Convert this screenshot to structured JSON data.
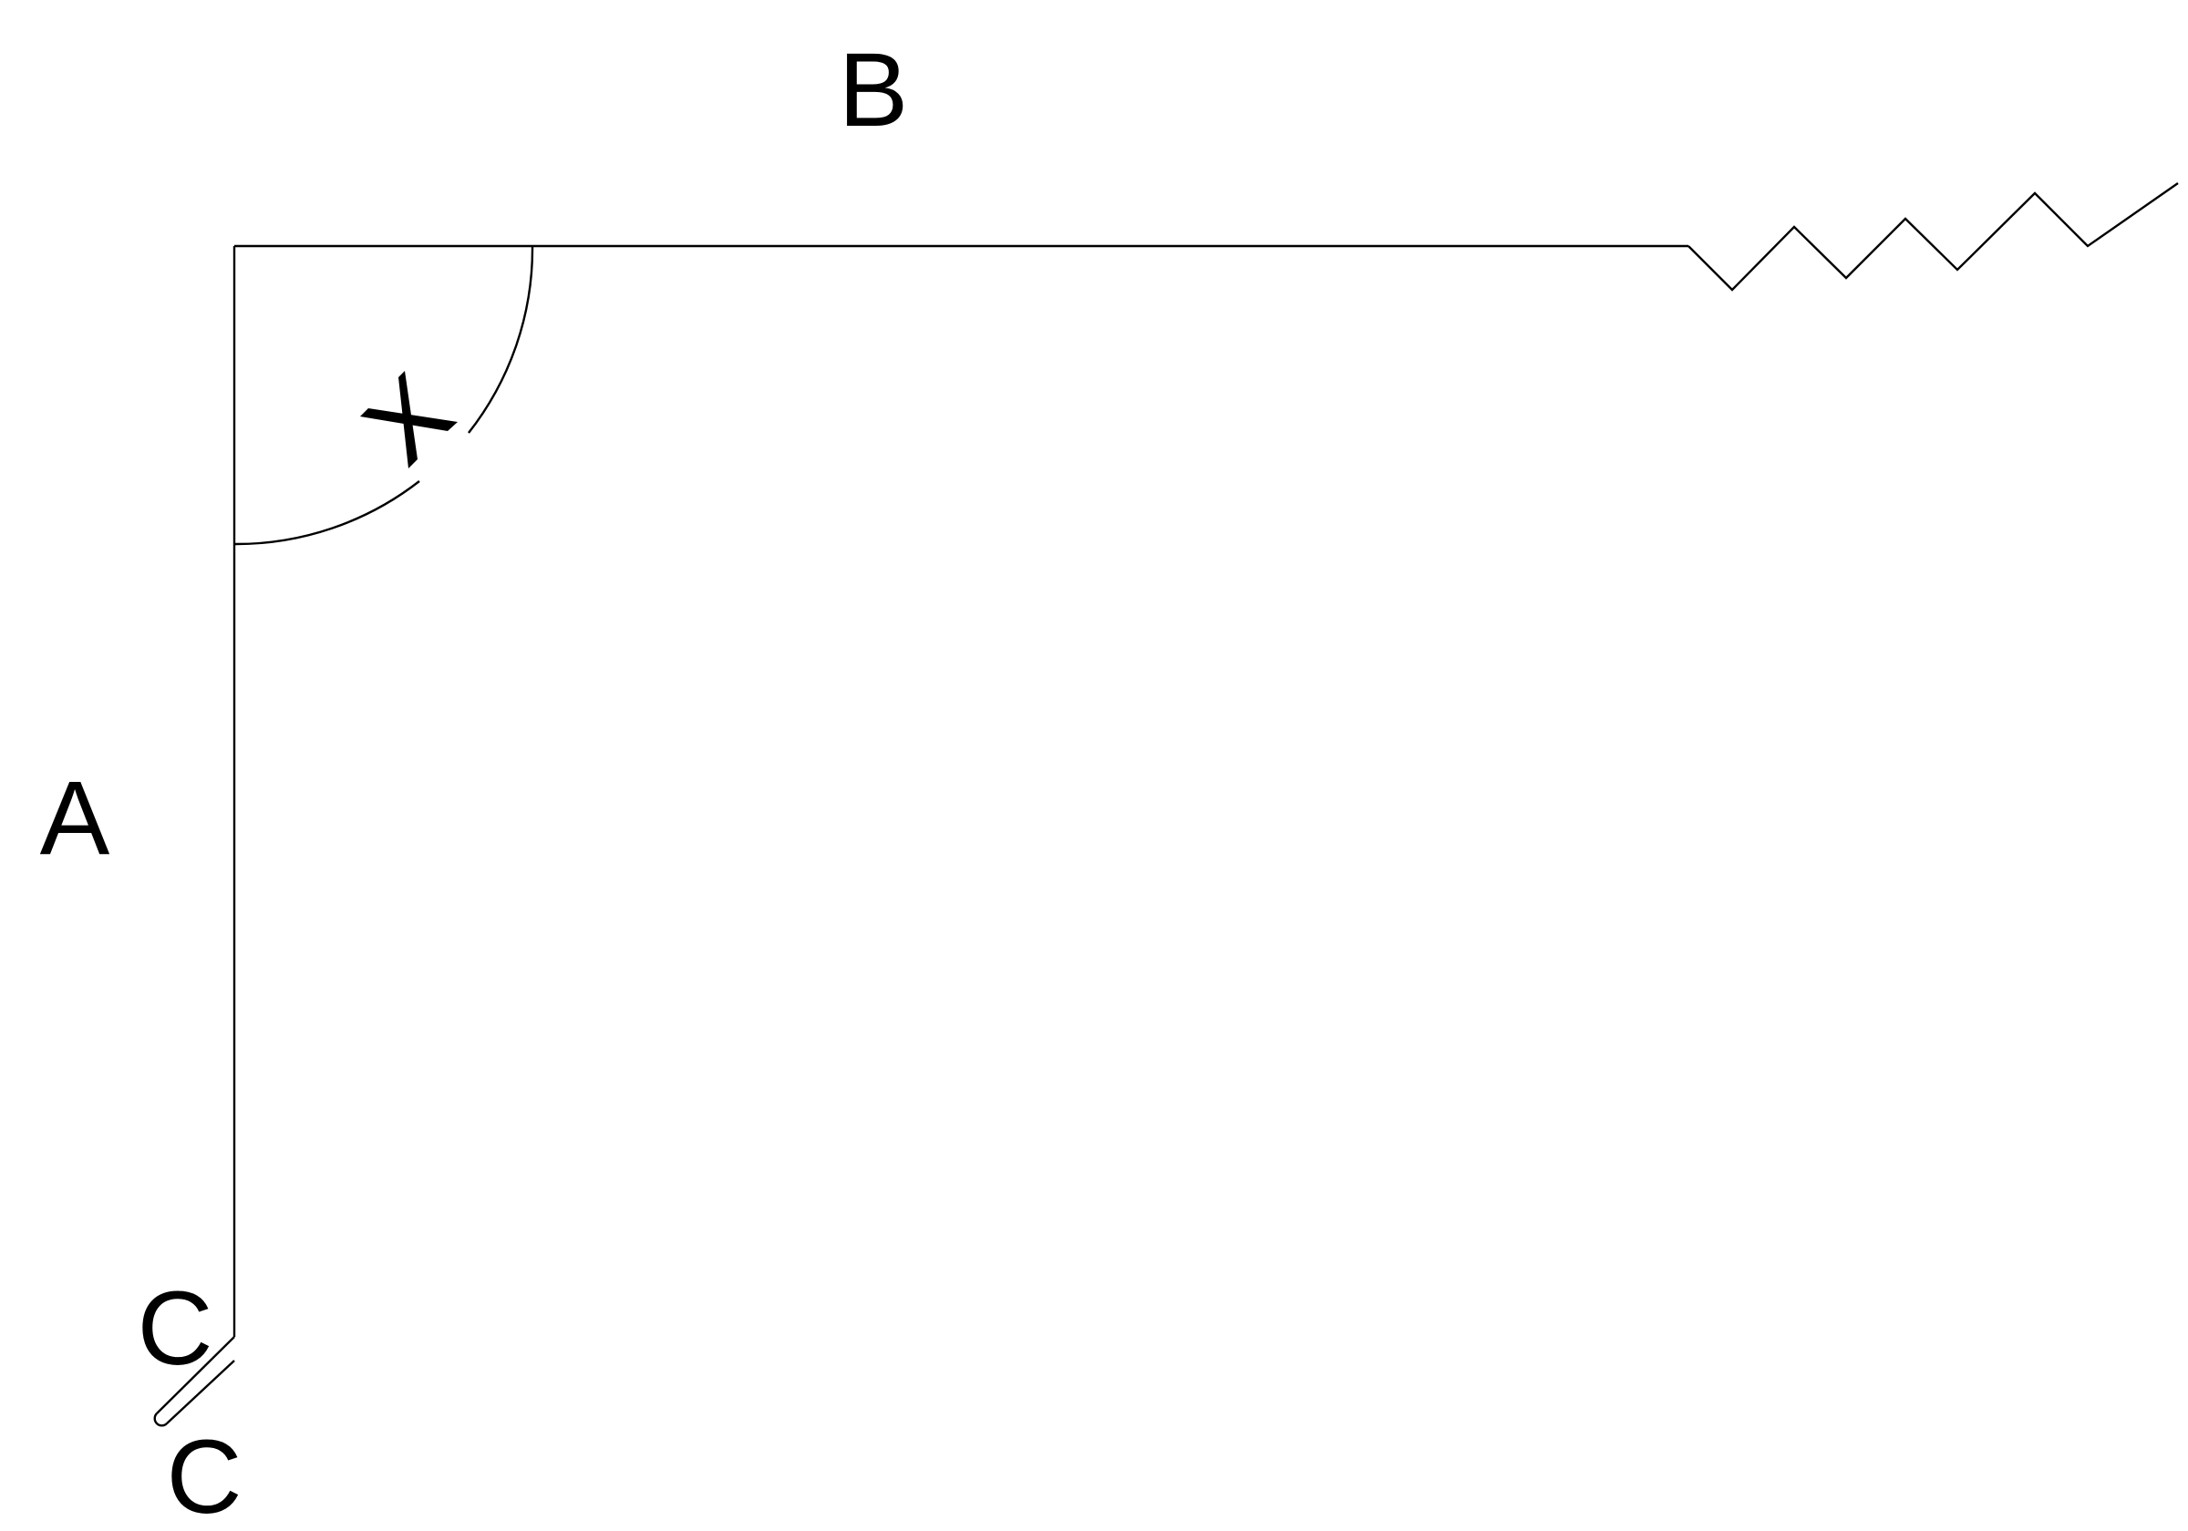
{
  "labels": {
    "a": "A",
    "b": "B",
    "c_upper": "C",
    "c_lower": "C"
  },
  "colors": {
    "stroke": "#000000",
    "background": "#ffffff"
  },
  "icons": {
    "angle_marker": "cross-icon",
    "break_symbol": "zigzag-break-icon"
  }
}
